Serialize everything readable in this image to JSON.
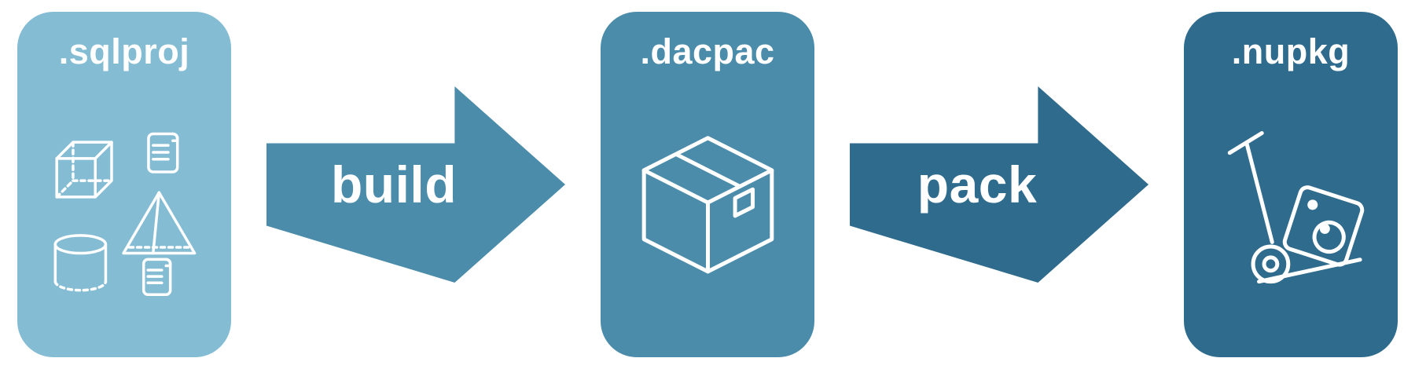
{
  "cards": [
    {
      "label": ".sqlproj",
      "icon": "sql-objects-icon",
      "background": "#84bcd4"
    },
    {
      "label": ".dacpac",
      "icon": "package-box-icon",
      "background": "#4b8cab"
    },
    {
      "label": ".nupkg",
      "icon": "hand-truck-package-icon",
      "background": "#2f6b8d"
    }
  ],
  "arrows": [
    {
      "label": "build",
      "background": "#4b8cab"
    },
    {
      "label": "pack",
      "background": "#2f6b8d"
    }
  ],
  "colors": {
    "foreground": "#ffffff",
    "canvas_background": "#ffffff"
  }
}
